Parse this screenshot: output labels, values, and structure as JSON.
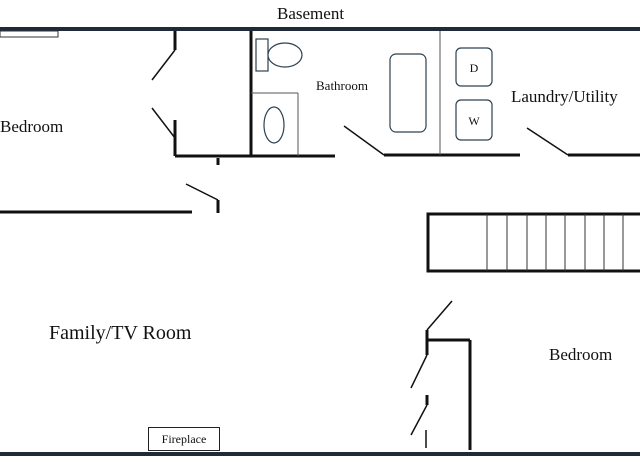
{
  "title": "Basement",
  "rooms": {
    "bedroom_left": "Bedroom",
    "bathroom": "Bathroom",
    "laundry": "Laundry/Utility",
    "family": "Family/TV Room",
    "bedroom_right": "Bedroom"
  },
  "fixtures": {
    "fireplace": "Fireplace",
    "dryer": "D",
    "washer": "W"
  },
  "colors": {
    "wall_border": "#1f2a3a",
    "wall": "#111111",
    "fixture_outline": "#2d4150"
  }
}
